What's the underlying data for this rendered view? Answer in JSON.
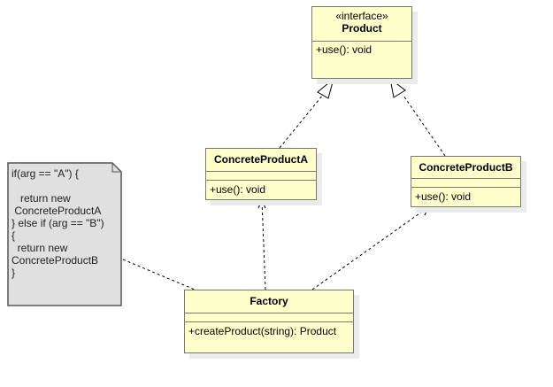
{
  "diagram": {
    "type": "UML class diagram",
    "classes": [
      {
        "id": "product",
        "stereotype": "«interface»",
        "name": "Product",
        "attributes": [],
        "operations": [
          "+use(): void"
        ]
      },
      {
        "id": "concrete-product-a",
        "name": "ConcreteProductA",
        "attributes": [],
        "operations": [
          "+use(): void"
        ]
      },
      {
        "id": "concrete-product-b",
        "name": "ConcreteProductB",
        "attributes": [],
        "operations": [
          "+use(): void"
        ]
      },
      {
        "id": "factory",
        "name": "Factory",
        "attributes": [],
        "operations": [
          "+createProduct(string): Product"
        ]
      }
    ],
    "note": {
      "text": "if(arg == \"A\") {\n\n   return new\n ConcreteProductA\n} else if (arg == \"B\")\n{\n  return new\nConcreteProductB\n}"
    },
    "relationships": [
      {
        "from": "concrete-product-a",
        "to": "product",
        "type": "realization"
      },
      {
        "from": "concrete-product-b",
        "to": "product",
        "type": "realization"
      },
      {
        "from": "factory",
        "to": "concrete-product-a",
        "type": "dependency"
      },
      {
        "from": "factory",
        "to": "concrete-product-b",
        "type": "dependency"
      },
      {
        "from": "note",
        "to": "factory",
        "type": "note-anchor"
      }
    ],
    "colors": {
      "class_fill": "#ffffcc",
      "class_border": "#7a7a6a",
      "note_fill": "#e0e0e0",
      "shadow": "#ebebeb"
    }
  }
}
